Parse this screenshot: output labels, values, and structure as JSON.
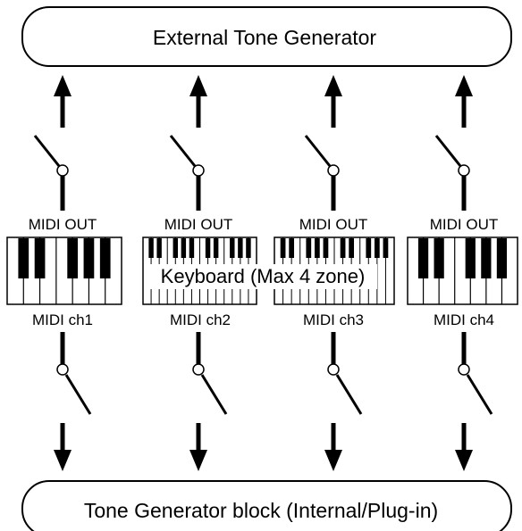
{
  "top_box": {
    "label": "External Tone Generator"
  },
  "bottom_box": {
    "label": "Tone Generator block (Internal/Plug-in)"
  },
  "keyboard": {
    "label": "Keyboard (Max 4 zone)"
  },
  "zones": [
    {
      "out_label": "MIDI OUT",
      "ch_label": "MIDI ch1"
    },
    {
      "out_label": "MIDI OUT",
      "ch_label": "MIDI ch2"
    },
    {
      "out_label": "MIDI OUT",
      "ch_label": "MIDI ch3"
    },
    {
      "out_label": "MIDI OUT",
      "ch_label": "MIDI ch4"
    }
  ]
}
